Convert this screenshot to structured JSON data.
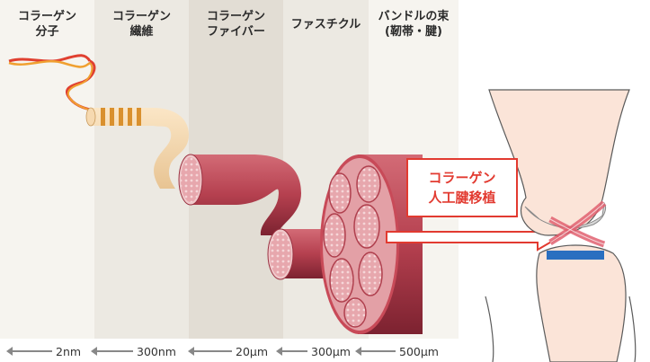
{
  "columns": [
    {
      "label": "コラーゲン\n分子",
      "bg": "#f6f4ef"
    },
    {
      "label": "コラーゲン\n繊維",
      "bg": "#ece9e2"
    },
    {
      "label": "コラーゲン\nファイバー",
      "bg": "#e2ddd4"
    },
    {
      "label": "ファスチクル",
      "bg": "#ece9e2"
    },
    {
      "label": "バンドルの束\n(靭帯・腱)",
      "bg": "#f6f4ef"
    }
  ],
  "scale": [
    "2nm",
    "300nm",
    "20μm",
    "300μm",
    "500μm"
  ],
  "callout": {
    "line1": "コラーゲン",
    "line2": "人工腱移植"
  },
  "colors": {
    "accent": "#e23a30",
    "tendon": "#c84a58",
    "fibril_band": "#d9902e",
    "meniscus_blue": "#2a6fc0"
  }
}
